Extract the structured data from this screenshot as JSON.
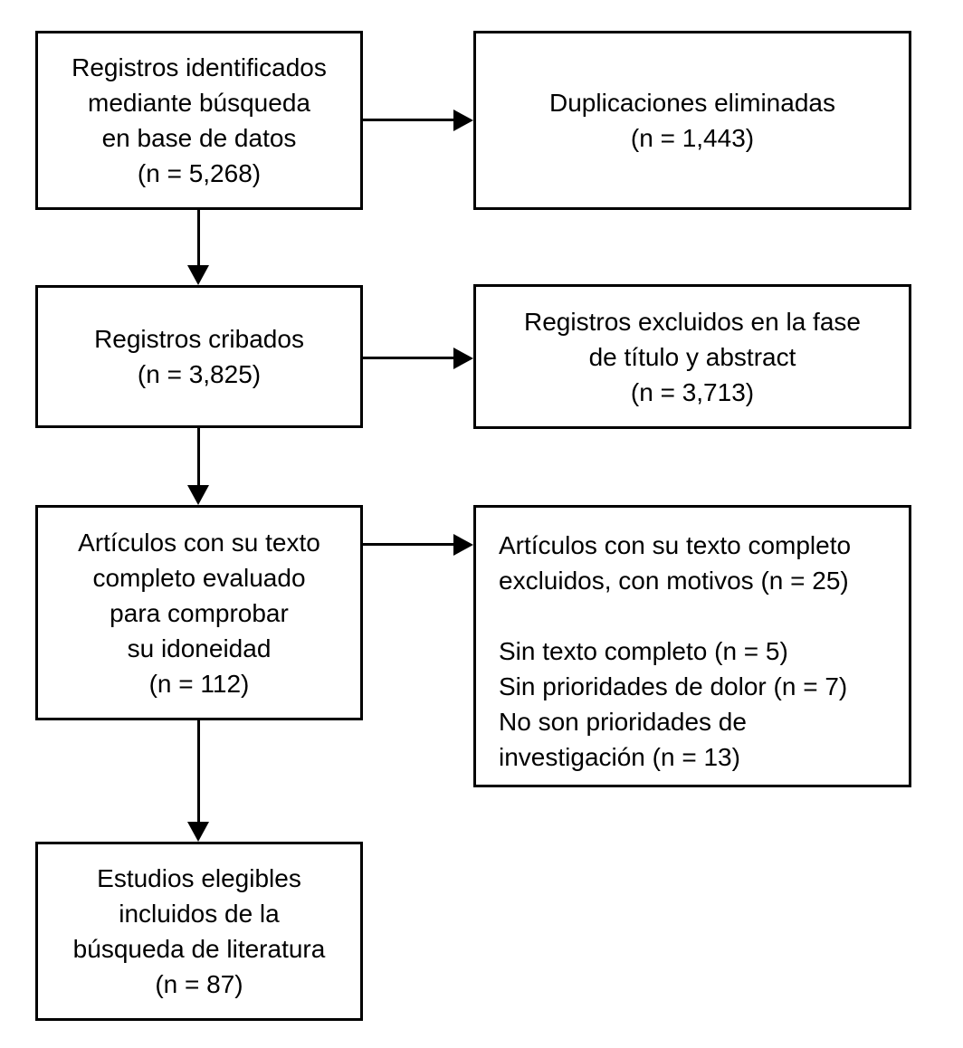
{
  "flow": {
    "title": "PRISMA-style literature screening flow diagram (Spanish)",
    "colors": {
      "border": "#000000",
      "text": "#000000",
      "background": "#ffffff"
    },
    "left_boxes": [
      {
        "id": "records-identified",
        "lines": [
          "Registros identificados",
          "mediante búsqueda",
          "en base de datos",
          "(n = 5,268)"
        ],
        "n": 5268
      },
      {
        "id": "records-screened",
        "lines": [
          "Registros cribados",
          "(n = 3,825)"
        ],
        "n": 3825
      },
      {
        "id": "fulltext-assessed",
        "lines": [
          "Artículos con su texto",
          "completo evaluado",
          "para comprobar",
          "su idoneidad",
          "(n = 112)"
        ],
        "n": 112
      },
      {
        "id": "studies-included",
        "lines": [
          "Estudios elegibles",
          "incluidos de la",
          "búsqueda de literatura",
          "(n = 87)"
        ],
        "n": 87
      }
    ],
    "right_boxes": [
      {
        "id": "duplicates-removed",
        "lines": [
          "Duplicaciones eliminadas",
          "(n = 1,443)"
        ],
        "n": 1443
      },
      {
        "id": "excluded-title-abstract",
        "lines": [
          "Registros excluidos en la fase",
          "de título y abstract",
          "(n = 3,713)"
        ],
        "n": 3713
      },
      {
        "id": "excluded-fulltext",
        "lines": [
          "Artículos con su texto completo",
          "excluidos, con motivos (n = 25)",
          "",
          "Sin texto completo (n = 5)",
          "Sin prioridades de dolor (n = 7)",
          "No son prioridades de",
          "investigación (n = 13)"
        ],
        "n": 25,
        "reasons": [
          {
            "label": "Sin texto completo",
            "n": 5
          },
          {
            "label": "Sin prioridades de dolor",
            "n": 7
          },
          {
            "label": "No son prioridades de investigación",
            "n": 13
          }
        ]
      }
    ]
  }
}
